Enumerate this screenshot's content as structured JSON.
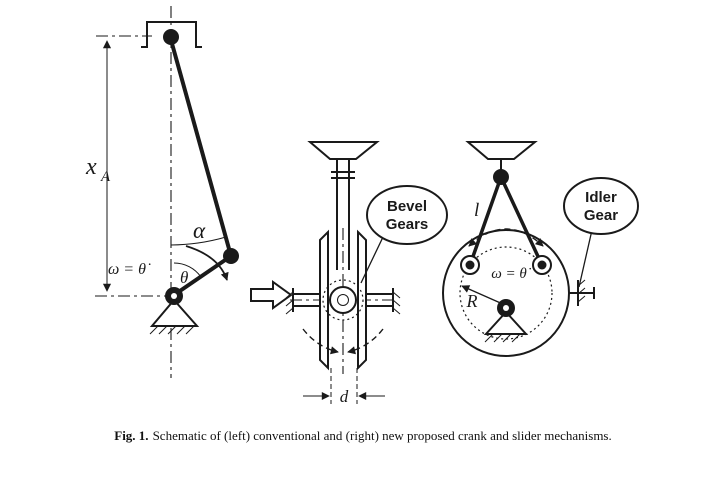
{
  "figure": {
    "caption_label": "Fig. 1.",
    "caption_text": "Schematic of (left) conventional and (right) new proposed crank and slider mechanisms."
  },
  "left_mechanism": {
    "x_label": "x",
    "x_sub": "A",
    "alpha": "α",
    "omega_eq": "ω = θ̇",
    "theta": "θ"
  },
  "middle_mechanism": {
    "callout_line1": "Bevel",
    "callout_line2": "Gears",
    "d_label": "d"
  },
  "right_mechanism": {
    "callout_line1": "Idler",
    "callout_line2": "Gear",
    "l_label": "l",
    "omega_eq": "ω = θ̇",
    "r_label": "R"
  },
  "colors": {
    "ink": "#1a1a1a",
    "background": "#ffffff"
  }
}
